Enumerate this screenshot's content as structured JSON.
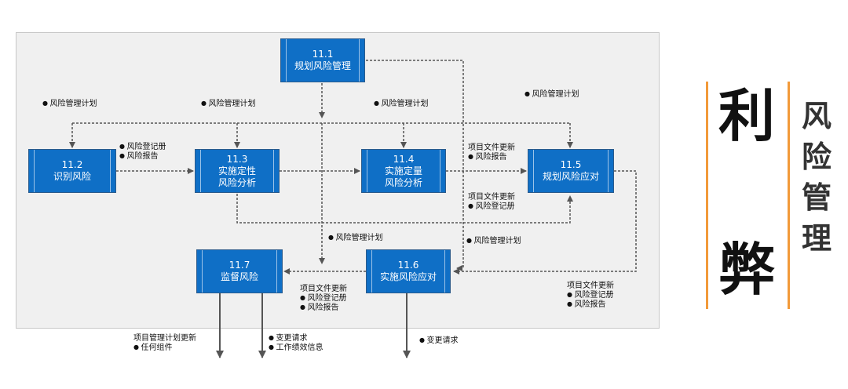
{
  "processes": {
    "p11_1": {
      "id": "11.1",
      "name": "规划风险管理"
    },
    "p11_2": {
      "id": "11.2",
      "name": "识别风险"
    },
    "p11_3": {
      "id": "11.3",
      "name1": "实施定性",
      "name2": "风险分析"
    },
    "p11_4": {
      "id": "11.4",
      "name1": "实施定量",
      "name2": "风险分析"
    },
    "p11_5": {
      "id": "11.5",
      "name": "规划风险应对"
    },
    "p11_6": {
      "id": "11.6",
      "name": "实施风险应对"
    },
    "p11_7": {
      "id": "11.7",
      "name": "监督风险"
    }
  },
  "notes": {
    "plan_a": "风险管理计划",
    "plan_b": "风险管理计划",
    "plan_c": "风险管理计划",
    "plan_d": "风险管理计划",
    "plan_e": "风险管理计划",
    "plan_f": "风险管理计划",
    "reg_report": [
      "风险登记册",
      "风险报告"
    ],
    "doc_update_report": {
      "title": "项目文件更新",
      "item": "风险报告"
    },
    "doc_update_register": {
      "title": "项目文件更新",
      "item": "风险登记册"
    },
    "doc_update_mid": {
      "title": "项目文件更新",
      "items": [
        "风险登记册",
        "风险报告"
      ]
    },
    "doc_update_right": {
      "title": "项目文件更新",
      "items": [
        "风险登记册",
        "风险报告"
      ]
    },
    "out_pm_update": {
      "title": "项目管理计划更新",
      "item": "任何组件"
    },
    "out_change_work": [
      "变更请求",
      "工作绩效信息"
    ],
    "out_change": "变更请求"
  },
  "side": {
    "big_char_1": "利",
    "big_char_2": "弊",
    "vertical_title": [
      "风",
      "险",
      "管",
      "理"
    ]
  },
  "colors": {
    "process_fill": "#0f6fc6",
    "accent_bar": "#f29a3a"
  }
}
